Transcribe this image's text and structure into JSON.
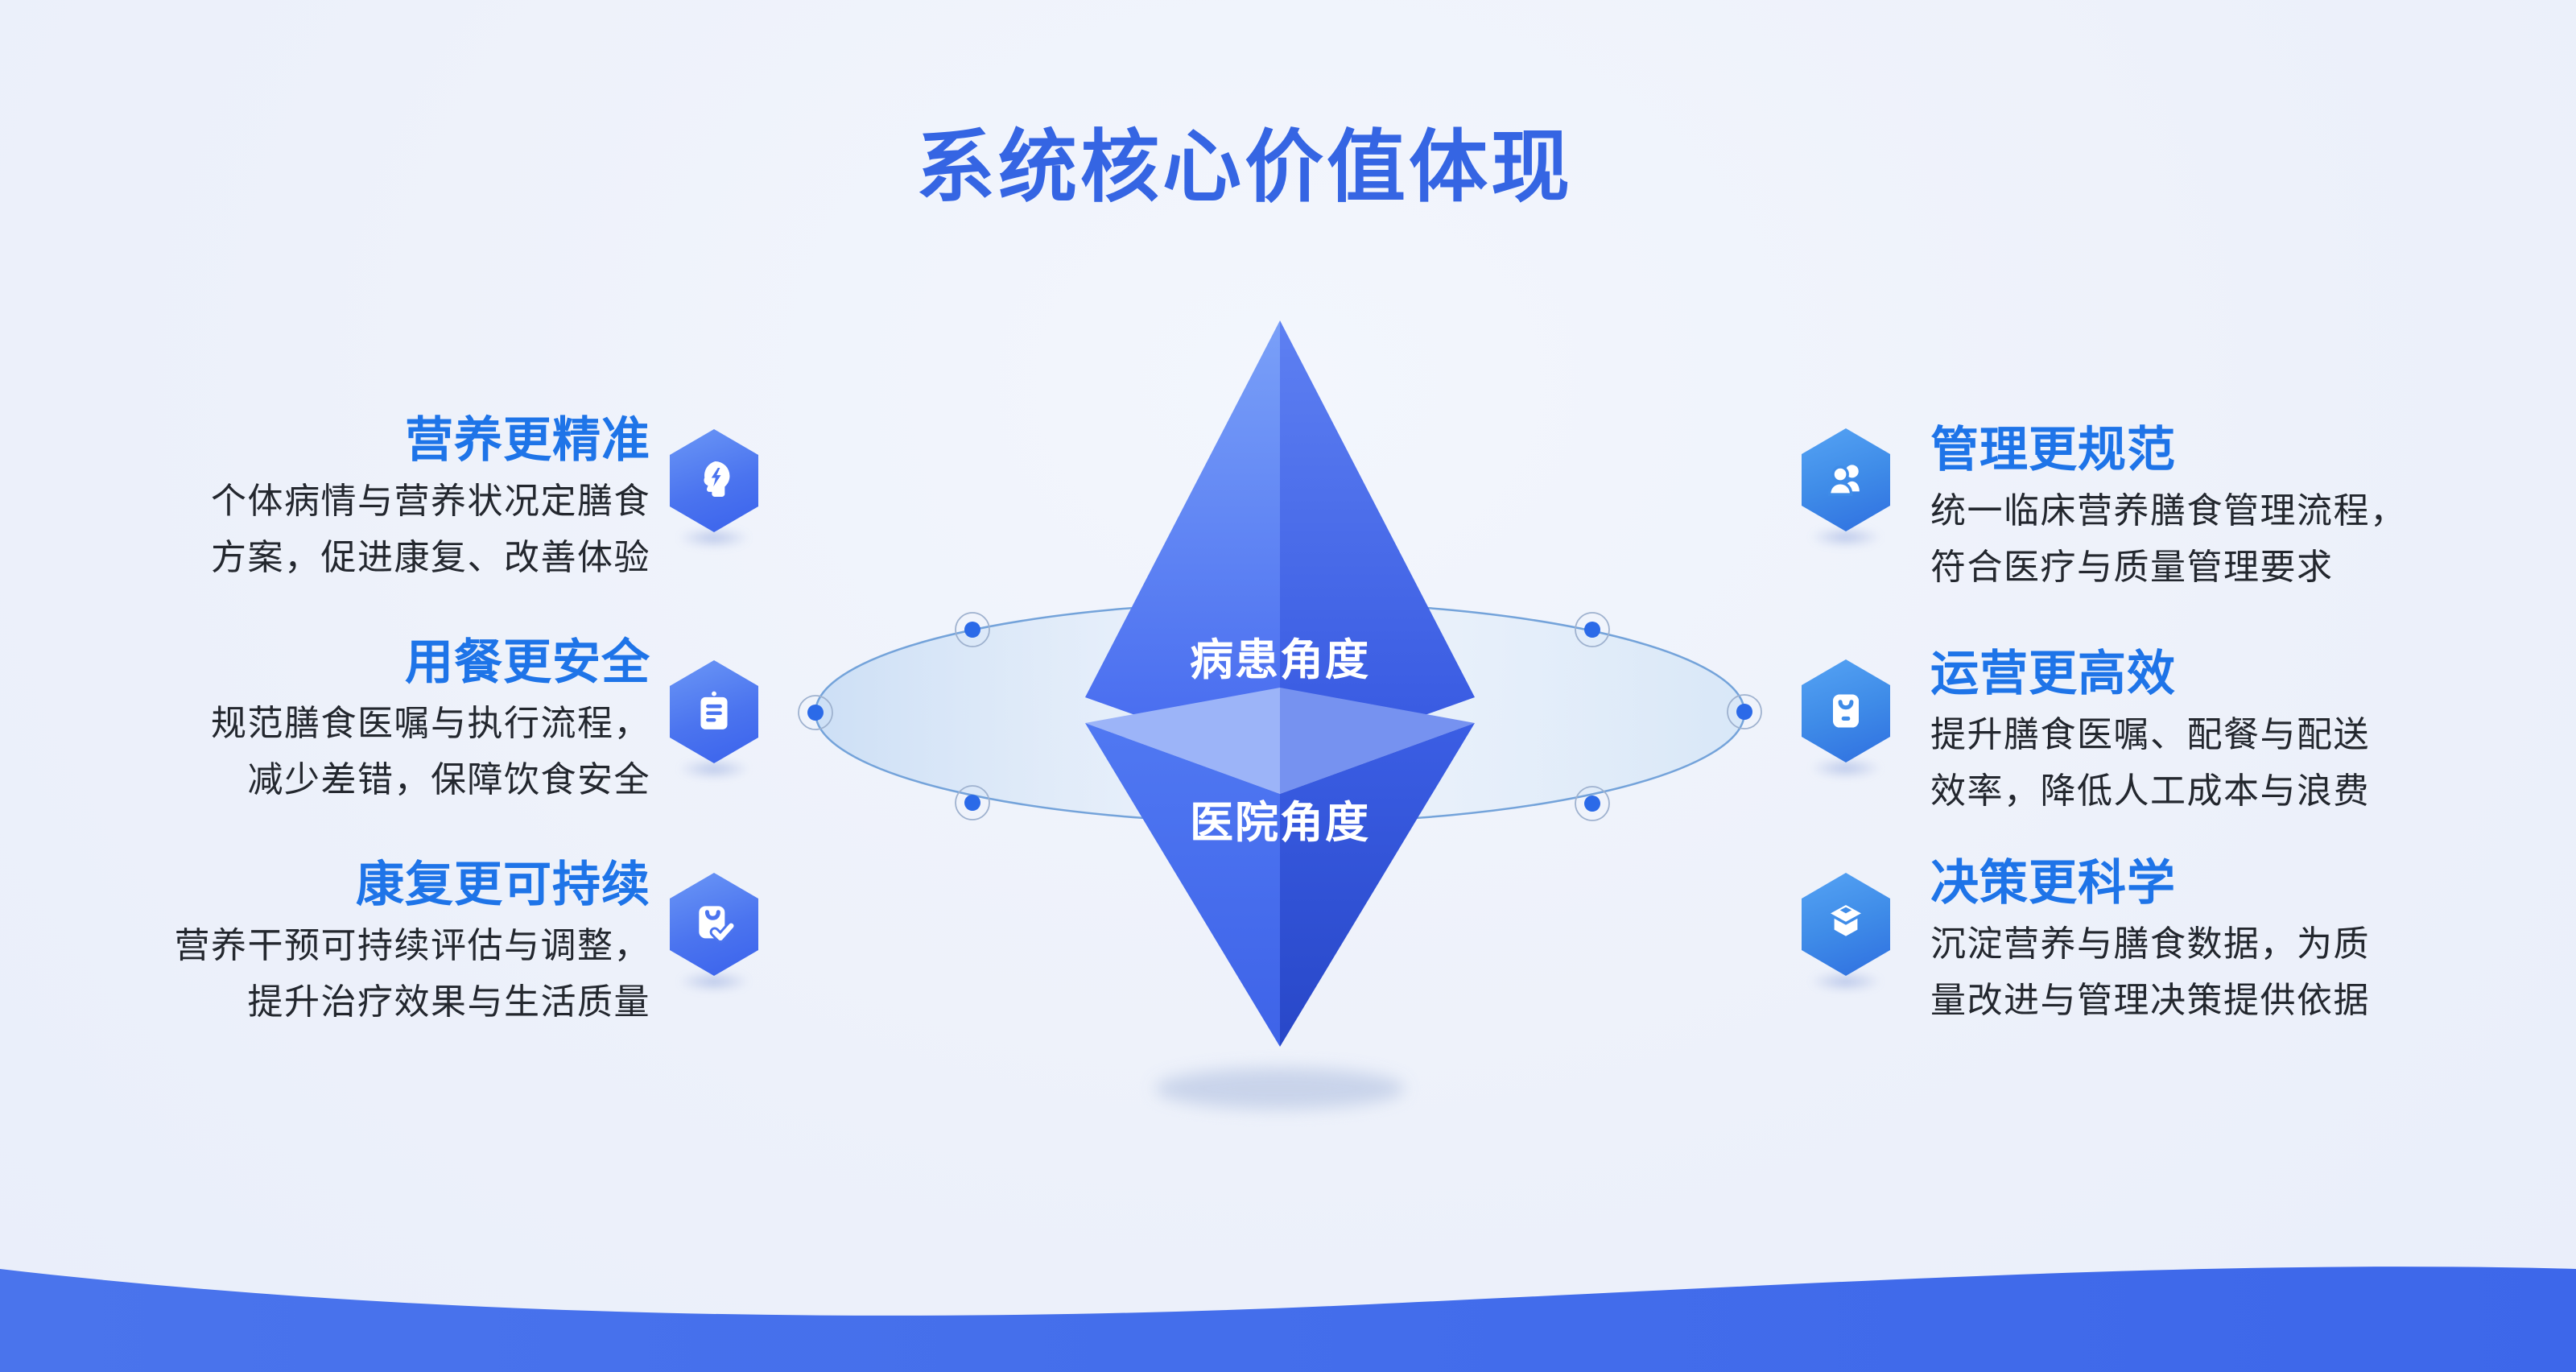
{
  "title": "系统核心价值体现",
  "center": {
    "top_label": "病患角度",
    "bottom_label": "医院角度"
  },
  "left_items": [
    {
      "heading": "营养更精准",
      "line1": "个体病情与营养状况定膳食",
      "line2": "方案，促进康复、改善体验",
      "icon": "head-lightning-icon"
    },
    {
      "heading": "用餐更安全",
      "line1": "规范膳食医嘱与执行流程，",
      "line2": "减少差错，保障饮食安全",
      "icon": "clipboard-icon"
    },
    {
      "heading": "康复更可持续",
      "line1": "营养干预可持续评估与调整，",
      "line2": "提升治疗效果与生活质量",
      "icon": "card-check-icon"
    }
  ],
  "right_items": [
    {
      "heading": "管理更规范",
      "line1": "统一临床营养膳食管理流程，",
      "line2": "符合医疗与质量管理要求",
      "icon": "users-icon"
    },
    {
      "heading": "运营更高效",
      "line1": "提升膳食医嘱、配餐与配送",
      "line2": "效率，降低人工成本与浪费",
      "icon": "meal-box-icon"
    },
    {
      "heading": "决策更科学",
      "line1": "沉淀营养与膳食数据，为质",
      "line2": "量改进与管理决策提供依据",
      "icon": "package-icon"
    }
  ],
  "colors": {
    "title_blue": "#3565E3",
    "heading_blue": "#1E74E8",
    "body_text": "#23272E",
    "background": "#EDF1FA",
    "wave_blue": "#4470EB",
    "hex_left": "#4B74EF",
    "hex_right": "#3F8CE8",
    "node_dot": "#2B6AE8",
    "ellipse_stroke": "#74A3DA"
  }
}
